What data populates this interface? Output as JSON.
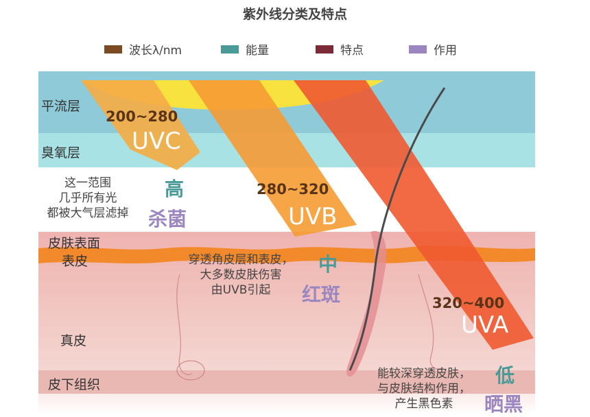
{
  "title": "紫外线分类及特点",
  "legend": [
    {
      "label": "波长λ/nm",
      "color": "#7b4a22"
    },
    {
      "label": "能量",
      "color": "#4a9a98"
    },
    {
      "label": "特点",
      "color": "#7a2b36"
    },
    {
      "label": "作用",
      "color": "#9b86c0"
    }
  ],
  "layers": {
    "stratosphere": "平流层",
    "ozone": "臭氧层",
    "skin_surface": "皮肤表面",
    "epidermis": "表皮",
    "dermis": "真皮",
    "subcutis": "皮下组织"
  },
  "uvc": {
    "range": "200~280",
    "name": "UVC",
    "energy": "高",
    "effect": "杀菌",
    "note": [
      "这一范围",
      "几乎所有光",
      "都被大气层滤掉"
    ]
  },
  "uvb": {
    "range": "280~320",
    "name": "UVB",
    "energy": "中",
    "effect": "红斑",
    "note": [
      "穿透角皮层和表皮，",
      "大多数皮肤伤害",
      "由UVB引起"
    ]
  },
  "uva": {
    "range": "320~400",
    "name": "UVA",
    "energy": "低",
    "effect": "晒黑",
    "note": [
      "能较深穿透皮肤，",
      "与皮肤结构作用，",
      "产生黑色素"
    ]
  },
  "colors": {
    "stratosphere": "#8ecad7",
    "ozone": "#a9e2e4",
    "skin": "#efb3b0",
    "epidermis_band": "#f2892a",
    "sun": "#f7e23e",
    "uvc_beam": "#f4ad45",
    "uvb_beam": "#f59b33",
    "uva_beam": "#ef5a30",
    "energy_text": "#4a9a98",
    "effect_text": "#9b86c0"
  }
}
